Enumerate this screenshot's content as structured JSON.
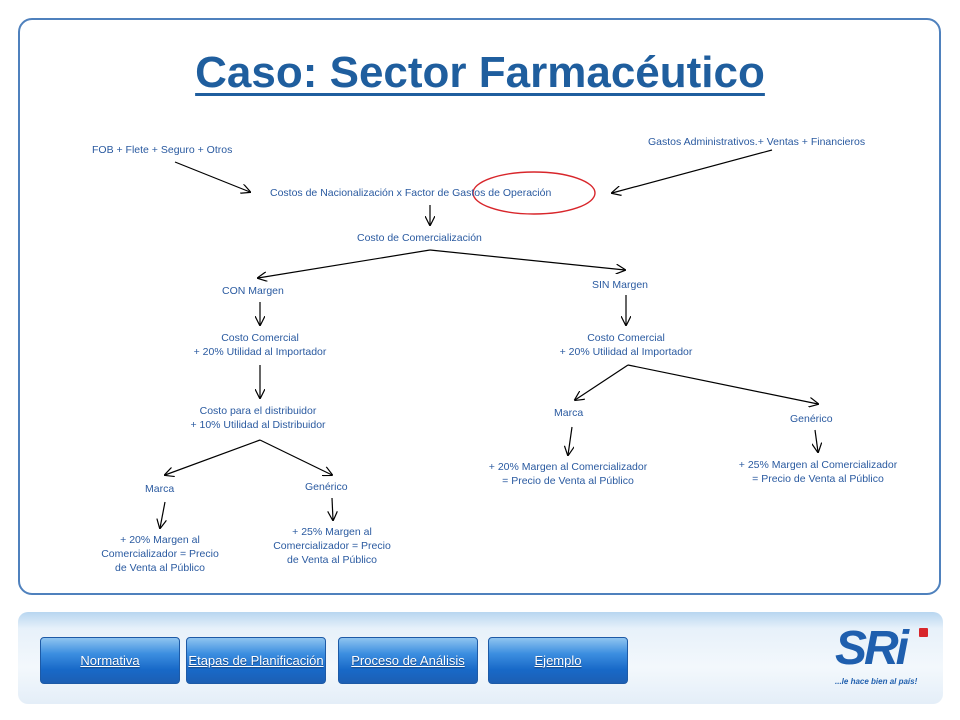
{
  "title": "Caso: Sector Farmacéutico",
  "diagram": {
    "fob": "FOB + Flete + Seguro + Otros",
    "gastos": "Gastos Administrativos.+ Ventas + Financieros",
    "costos_nac": "Costos de Nacionalización x Factor de Gastos de Operación",
    "costo_comercializacion": "Costo de Comercialización",
    "con_margen": "CON Margen",
    "sin_margen": "SIN Margen",
    "costo_comercial_left_1": "Costo Comercial",
    "costo_comercial_left_2": "+ 20% Utilidad al Importador",
    "costo_comercial_right_1": "Costo Comercial",
    "costo_comercial_right_2": "+ 20% Utilidad al Importador",
    "distribuidor_1": "Costo para el distribuidor",
    "distribuidor_2": "+ 10% Utilidad al Distribuidor",
    "marca_left": "Marca",
    "generico_left": "Genérico",
    "marca_left_result": "+ 20% Margen al Comercializador = Precio de Venta al Público",
    "generico_left_result": "+ 25% Margen al Comercializador = Precio de Venta al Público",
    "marca_right": "Marca",
    "generico_right": "Genérico",
    "marca_right_result_1": "+ 20% Margen al Comercializador",
    "marca_right_result_2": "= Precio de Venta al Público",
    "generico_right_result_1": "+ 25% Margen al Comercializador",
    "generico_right_result_2": "= Precio de Venta al Público"
  },
  "nav": {
    "normativa": "Normativa",
    "etapas": "Etapas de Planificación",
    "proceso": "Proceso de Análisis",
    "ejemplo": "Ejemplo"
  },
  "logo": {
    "name": "SRi",
    "tagline": "...le hace bien al país!"
  },
  "colors": {
    "title": "#1f5e9e",
    "text": "#2a5aa0",
    "highlight": "#d8262b",
    "button": "#1869c8"
  }
}
